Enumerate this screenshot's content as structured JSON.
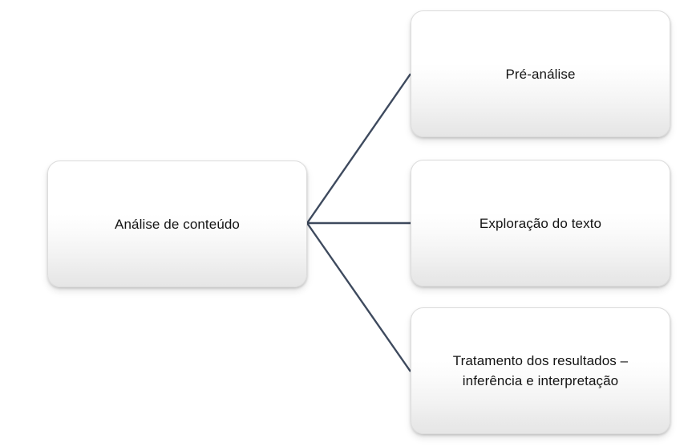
{
  "diagram": {
    "title": "Análise de conteúdo",
    "type": "tree-diagram",
    "background_color": "#ffffff",
    "connector_color": "#3e4a5e",
    "node_border_color": "#dcdcdc",
    "node_fill_top_color": "#ffffff",
    "node_fill_bottom_color": "#e6e6e6",
    "text_color": "#141414"
  },
  "nodes": {
    "root": {
      "id": "analise-de-conteudo",
      "label": "Análise de conteúdo"
    },
    "branches": [
      {
        "id": "pre-analise",
        "label": "Pré-análise"
      },
      {
        "id": "exploracao-do-texto",
        "label": "Exploração do texto"
      },
      {
        "id": "tratamento-dos-resultados",
        "label": "Tratamento dos resultados –\ninferência e interpretação"
      }
    ]
  },
  "connectors": [
    {
      "id": "root-to-pre-analise",
      "from": "analise-de-conteudo",
      "to": "pre-analise",
      "shape": "diagonal-up"
    },
    {
      "id": "root-to-exploracao",
      "from": "analise-de-conteudo",
      "to": "exploracao-do-texto",
      "shape": "horizontal"
    },
    {
      "id": "root-to-tratamento",
      "from": "analise-de-conteudo",
      "to": "tratamento-dos-resultados",
      "shape": "diagonal-down"
    }
  ]
}
